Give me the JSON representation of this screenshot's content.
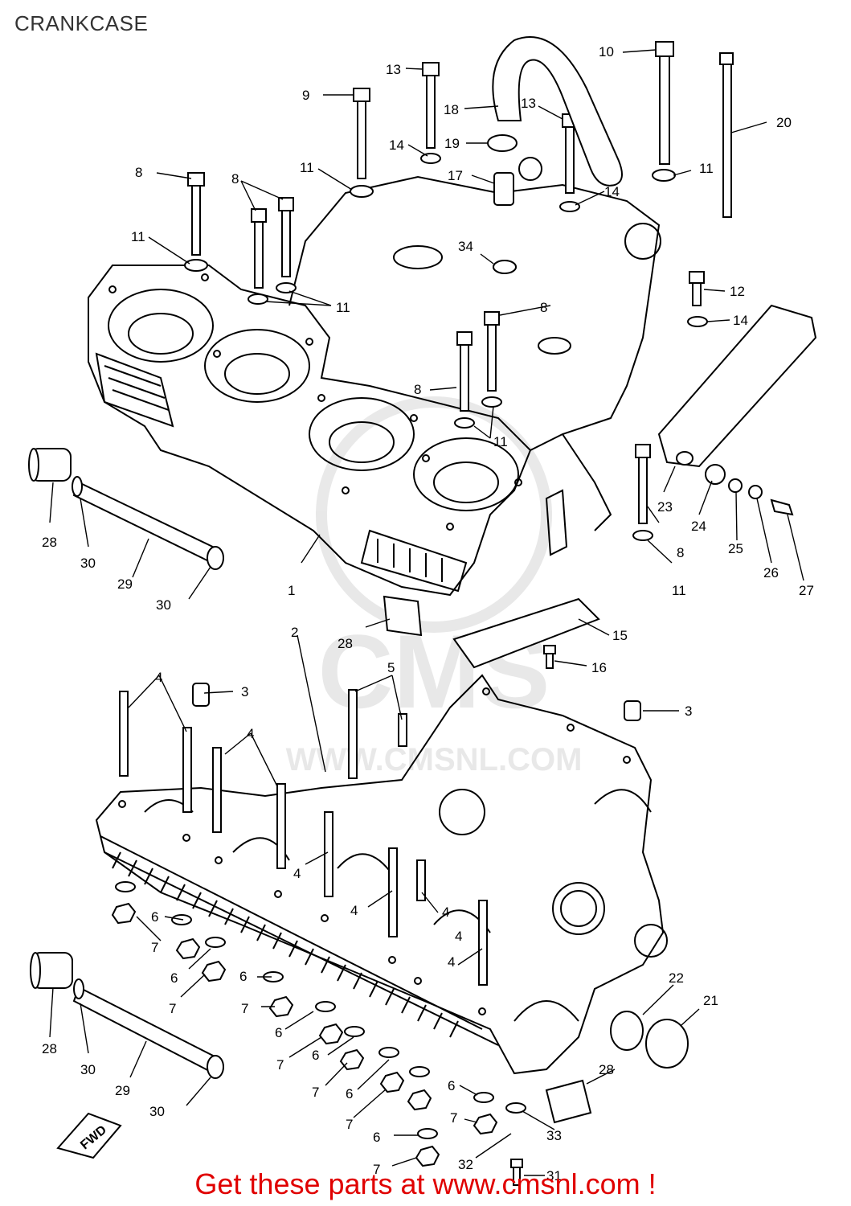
{
  "page": {
    "title": "CRANKCASE"
  },
  "footer": {
    "text": "Get these parts at www.cmsnl.com !"
  },
  "watermark": {
    "brand": "CMS",
    "url": "WWW.CMSNL.COM"
  },
  "fwd_label": "FWD",
  "callouts": {
    "c1": "1",
    "c2": "2",
    "c3a": "3",
    "c3b": "3",
    "c4a": "4",
    "c4b": "4",
    "c4c": "4",
    "c4d": "4",
    "c4e": "4",
    "c4f": "4",
    "c4g": "4",
    "c5": "5",
    "c6a": "6",
    "c6b": "6",
    "c6c": "6",
    "c6d": "6",
    "c6e": "6",
    "c6f": "6",
    "c6g": "6",
    "c6h": "6",
    "c7a": "7",
    "c7b": "7",
    "c7c": "7",
    "c7d": "7",
    "c7e": "7",
    "c7f": "7",
    "c7g": "7",
    "c7h": "7",
    "c7i": "7",
    "c8a": "8",
    "c8b": "8",
    "c8c": "8",
    "c8d": "8",
    "c8e": "8",
    "c9": "9",
    "c10": "10",
    "c11a": "11",
    "c11b": "11",
    "c11c": "11",
    "c11d": "11",
    "c11e": "11",
    "c11f": "11",
    "c12": "12",
    "c13a": "13",
    "c13b": "13",
    "c14a": "14",
    "c14b": "14",
    "c14c": "14",
    "c15": "15",
    "c16": "16",
    "c17": "17",
    "c18": "18",
    "c19": "19",
    "c20": "20",
    "c21": "21",
    "c22": "22",
    "c23": "23",
    "c24": "24",
    "c25": "25",
    "c26": "26",
    "c27": "27",
    "c28a": "28",
    "c28b": "28",
    "c28c": "28",
    "c28d": "28",
    "c29a": "29",
    "c29b": "29",
    "c30a": "30",
    "c30b": "30",
    "c30c": "30",
    "c30d": "30",
    "c31": "31",
    "c32": "32",
    "c33": "33",
    "c34": "34"
  },
  "colors": {
    "line": "#000000",
    "footer": "#e00000",
    "title": "#333333",
    "watermark": "#cccccc"
  }
}
